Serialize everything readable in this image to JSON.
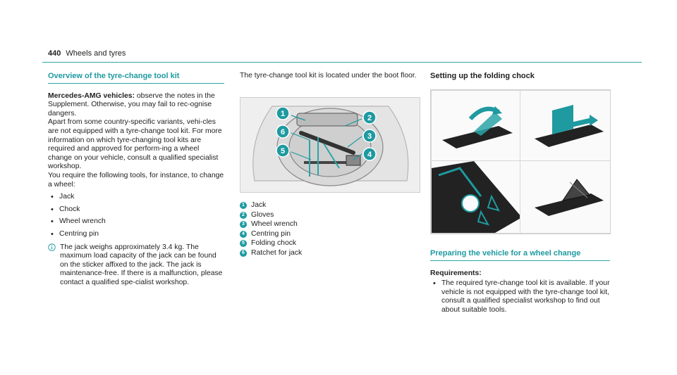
{
  "header": {
    "page_number": "440",
    "section_title": "Wheels and tyres"
  },
  "col1": {
    "heading": "Overview of the tyre-change tool kit",
    "amg_label": "Mercedes-AMG vehicles:",
    "amg_text": " observe the notes in the Supplement. Otherwise, you may fail to rec-ognise dangers.",
    "para1": "Apart from some country-specific variants, vehi-cles are not equipped with a tyre-change tool kit. For more information on which tyre-changing tool kits are required and approved for perform-ing a wheel change on your vehicle, consult a qualified specialist workshop.",
    "para2": "You require the following tools, for instance, to change a wheel:",
    "tools": [
      "Jack",
      "Chock",
      "Wheel wrench",
      "Centring pin"
    ],
    "note": "The jack weighs approximately 3.4 kg. The maximum load capacity of the jack can be found on the sticker affixed to the jack. The jack is maintenance-free. If there is a malfunction, please contact a qualified spe-cialist workshop."
  },
  "col2": {
    "intro": "The tyre-change tool kit is located under the boot floor.",
    "callouts": [
      "1",
      "2",
      "3",
      "4",
      "5",
      "6"
    ],
    "legend": [
      {
        "num": "1",
        "label": "Jack"
      },
      {
        "num": "2",
        "label": "Gloves"
      },
      {
        "num": "3",
        "label": "Wheel wrench"
      },
      {
        "num": "4",
        "label": "Centring pin"
      },
      {
        "num": "5",
        "label": "Folding chock"
      },
      {
        "num": "6",
        "label": "Ratchet for jack"
      }
    ]
  },
  "col3": {
    "heading": "Setting up the folding chock",
    "heading2": "Preparing the vehicle for a wheel change",
    "req_label": "Requirements:",
    "req_text": "The required tyre-change tool kit is available. If your vehicle is not equipped with the tyre-change tool kit, consult a qualified specialist workshop to find out about suitable tools."
  },
  "colors": {
    "accent": "#1e9aa0",
    "text": "#222222"
  }
}
